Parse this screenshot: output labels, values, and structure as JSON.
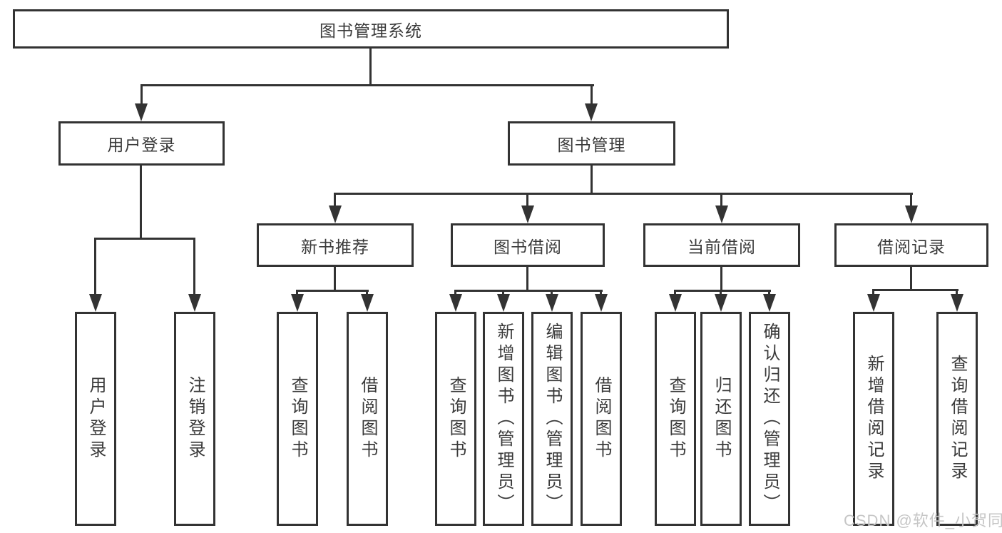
{
  "colors": {
    "line": "#333333",
    "text": "#3a3a3a",
    "box_background": "#ffffff",
    "watermark": "#c6c6c6"
  },
  "root": {
    "label": "图书管理系统"
  },
  "level2": {
    "user_login": "用户登录",
    "book_mgmt": "图书管理"
  },
  "level3": {
    "new_book": "新书推荐",
    "borrow": "图书借阅",
    "current": "当前借阅",
    "records": "借阅记录"
  },
  "leaves": {
    "user_login": "用户登录",
    "logout": "注销登录",
    "new_book_query": "查询图书",
    "new_book_borrow": "借阅图书",
    "borrow_query": "查询图书",
    "borrow_add": "新增图书（管理员）",
    "borrow_edit": "编辑图书（管理员）",
    "borrow_borrow": "借阅图书",
    "current_query": "查询图书",
    "current_return": "归还图书",
    "current_confirm": "确认归还（管理员）",
    "records_add": "新增借阅记录",
    "records_query": "查询借阅记录"
  },
  "watermark": "CSDN @软件_小贺同学"
}
